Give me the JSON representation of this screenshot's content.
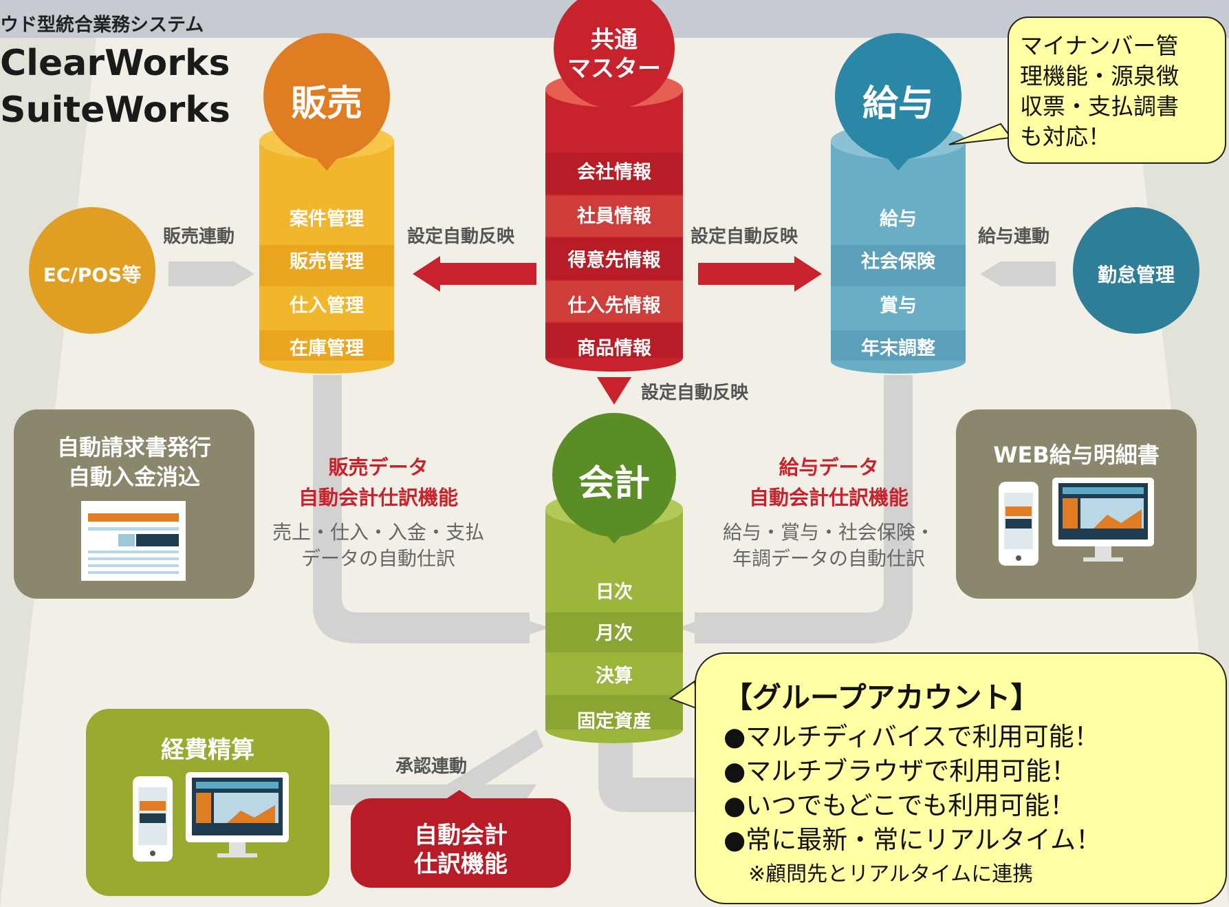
{
  "header": {
    "subtitle": "ウド型統合業務システム",
    "product1": "ClearWorks",
    "product2": "SuiteWorks"
  },
  "hubs": {
    "sales": {
      "title": "販売",
      "items": [
        "案件管理",
        "販売管理",
        "仕入管理",
        "在庫管理"
      ]
    },
    "master": {
      "title_line1": "共通",
      "title_line2": "マスター",
      "items": [
        "会社情報",
        "社員情報",
        "得意先情報",
        "仕入先情報",
        "商品情報"
      ]
    },
    "payroll": {
      "title": "給与",
      "items": [
        "給与",
        "社会保険",
        "賞与",
        "年末調整"
      ]
    },
    "accounting": {
      "title": "会計",
      "items": [
        "日次",
        "月次",
        "決算",
        "固定資産"
      ]
    }
  },
  "nodes": {
    "ec_pos": "EC/POS等",
    "attendance": "勤怠管理"
  },
  "links": {
    "sales_link": "販売連動",
    "payroll_link": "給与連動",
    "auto_reflect_left": "設定自動反映",
    "auto_reflect_right": "設定自動反映",
    "auto_reflect_down": "設定自動反映",
    "approval_link": "承認連動"
  },
  "panels": {
    "invoice": {
      "line1": "自動請求書発行",
      "line2": "自動入金消込"
    },
    "web_payslip": {
      "title": "WEB給与明細書"
    },
    "expense": {
      "title": "経費精算"
    },
    "auto_journal": {
      "line1": "自動会計",
      "line2": "仕訳機能"
    }
  },
  "captions": {
    "sales_data": {
      "title1": "販売データ",
      "title2": "自動会計仕訳機能",
      "desc1": "売上・仕入・入金・支払",
      "desc2": "データの自動仕訳"
    },
    "payroll_data": {
      "title1": "給与データ",
      "title2": "自動会計仕訳機能",
      "desc1": "給与・賞与・社会保険・",
      "desc2": "年調データの自動仕訳"
    }
  },
  "callout_mynumber": {
    "lines": [
      "マイナンバー管",
      "理機能・源泉徴",
      "収票・支払調書",
      "も対応！"
    ]
  },
  "callout_group": {
    "title": "【グループアカウント】",
    "bullets": [
      "●マルチディバイスで利用可能！",
      "●マルチブラウザで利用可能！",
      "●いつでもどこでも利用可能！",
      "●常に最新・常にリアルタイム！"
    ],
    "note": "※顧問先とリアルタイムに連携"
  },
  "colors": {
    "sales_orange": "#e07d22",
    "sales_stack": "#f0b62c",
    "master_red": "#c8222c",
    "payroll_blue": "#2b87a6",
    "payroll_stack": "#6aaec6",
    "accounting_green": "#5b8d27",
    "accounting_stack": "#9bb63a",
    "gray_panel": "#8a876d",
    "olive_panel": "#9aaa2f",
    "callout_yellow": "#ffffa3"
  }
}
